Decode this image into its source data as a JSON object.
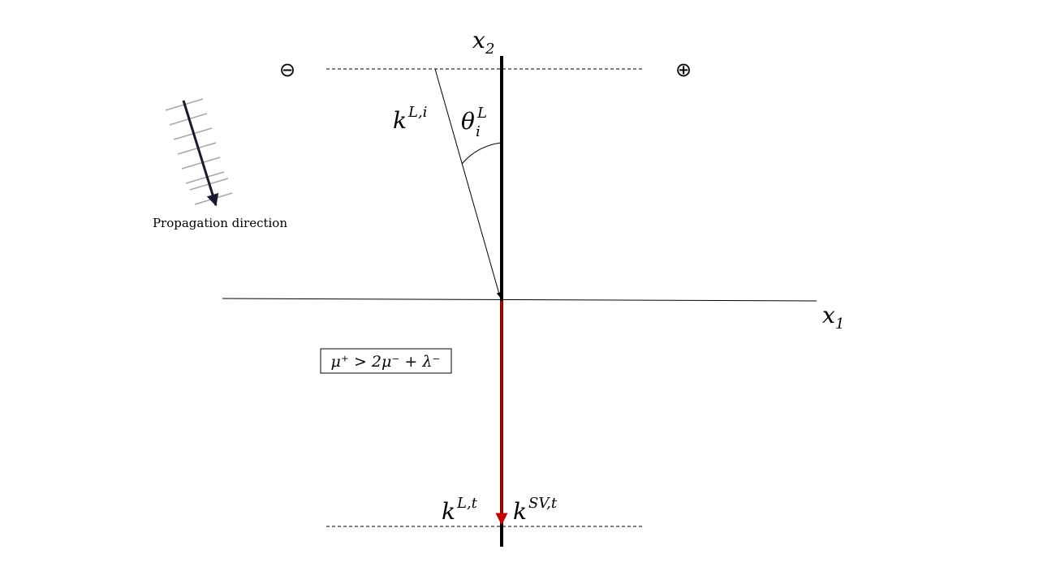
{
  "labels": {
    "x2_base": "x",
    "x2_sub": "2",
    "x1_base": "x",
    "x1_sub": "1",
    "k_incident_base": "k",
    "k_incident_sup": "L,i",
    "theta_base": "θ",
    "theta_sup": "L",
    "theta_sub": "i",
    "k_lt_base": "k",
    "k_lt_sup": "L,t",
    "k_svt_base": "k",
    "k_svt_sup": "SV,t",
    "minus_symbol": "⊖",
    "plus_symbol": "⊕",
    "propagation_caption": "Propagation direction",
    "inequality": "μ⁺ > 2μ⁻ + λ⁻"
  },
  "colors": {
    "axis": "#000000",
    "transmitted_arrow": "#c00000",
    "wave_arrow": "#1a1a2e",
    "wave_fronts": "#a6a6a6"
  }
}
